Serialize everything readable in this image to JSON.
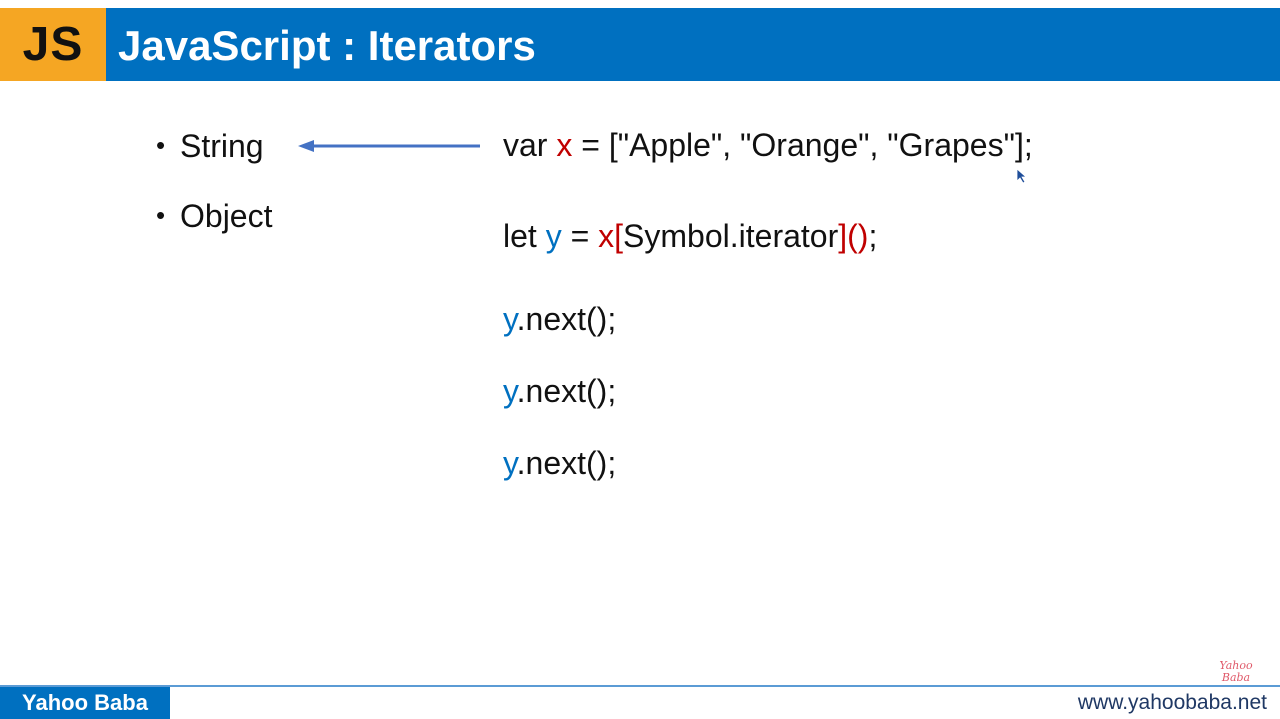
{
  "header": {
    "badge": "JS",
    "title": "JavaScript : Iterators",
    "badge_color": "#f5a623",
    "bar_color": "#0070c0"
  },
  "bullets": [
    {
      "label": "String"
    },
    {
      "label": "Object"
    }
  ],
  "code": {
    "line1": {
      "k": "var ",
      "x": "x",
      "rest": " = [\"Apple\", \"Orange\", \"Grapes\"];"
    },
    "line2": {
      "k": "let ",
      "y": "y",
      "eq": " = ",
      "x": "x",
      "open": "[",
      "mid": "Symbol.iterator",
      "close": "]()",
      "end": ";"
    },
    "next_lines": [
      {
        "y": "y",
        "rest": ".next();"
      },
      {
        "y": "y",
        "rest": ".next();"
      },
      {
        "y": "y",
        "rest": ".next();"
      }
    ]
  },
  "footer": {
    "brand": "Yahoo Baba",
    "url": "www.yahoobaba.net",
    "watermark_line1": "Yahoo",
    "watermark_line2": "Baba"
  },
  "colors": {
    "keyword_red": "#c00000",
    "keyword_blue": "#0070c0",
    "arrow": "#4472c4"
  }
}
